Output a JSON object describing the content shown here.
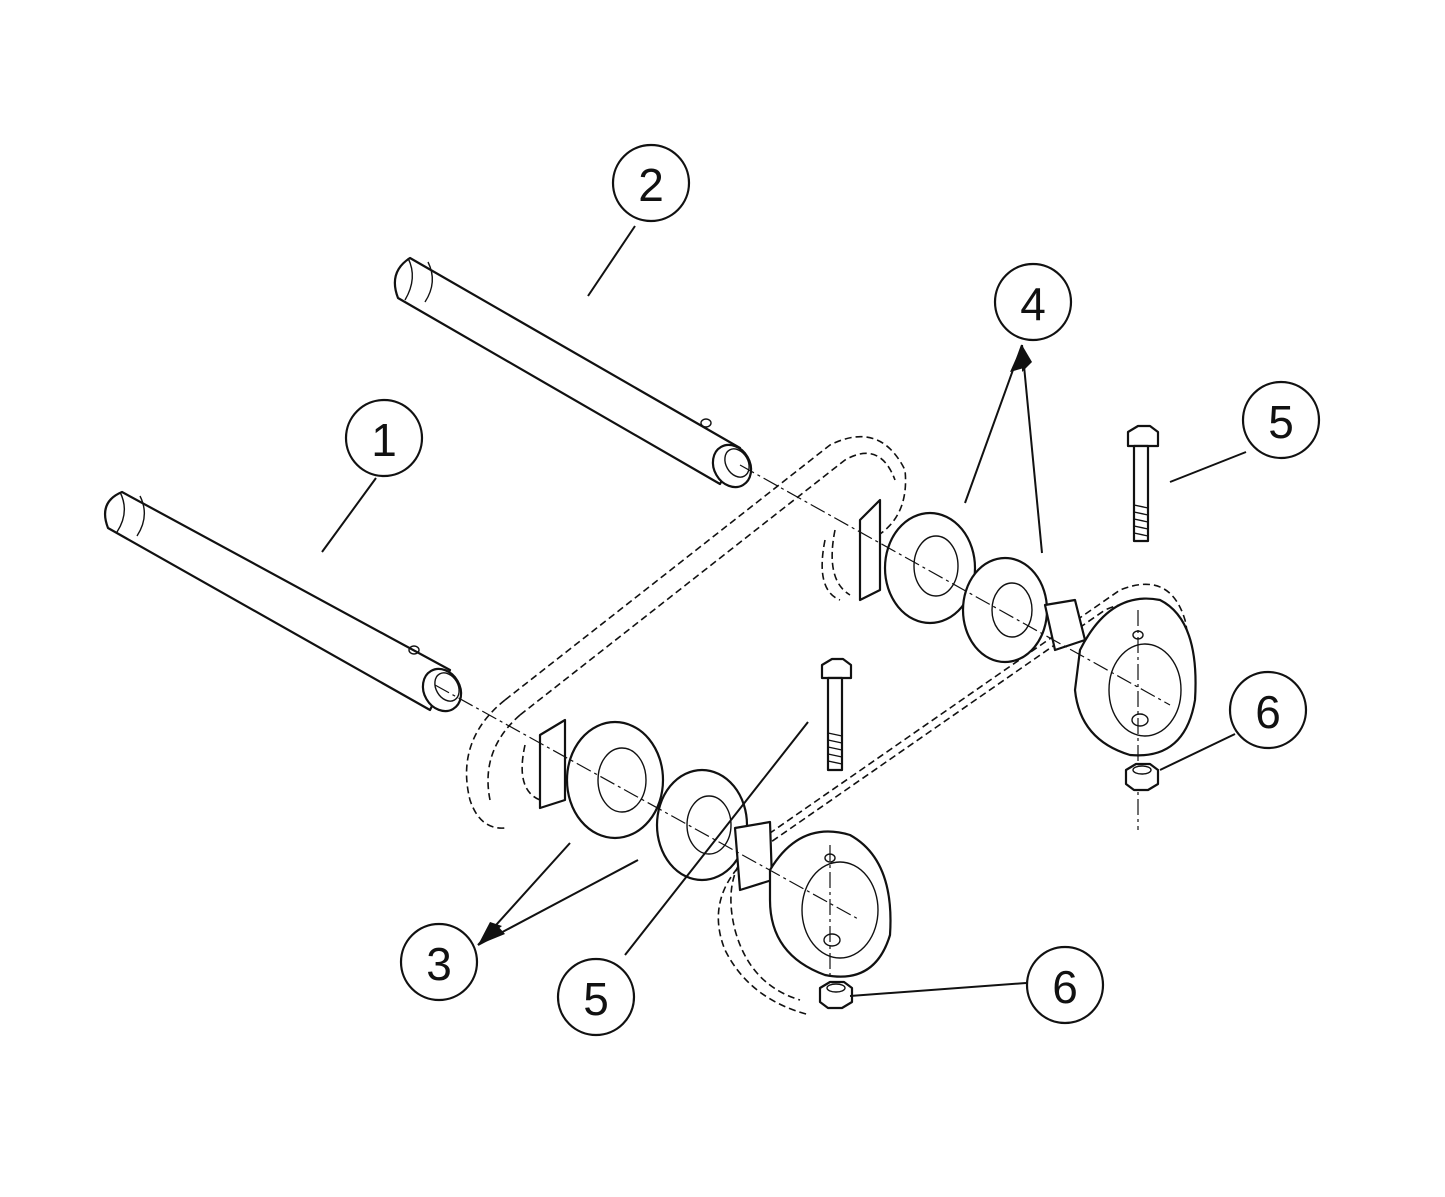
{
  "callouts": [
    {
      "id": "callout-1",
      "label": "1"
    },
    {
      "id": "callout-2",
      "label": "2"
    },
    {
      "id": "callout-3",
      "label": "3"
    },
    {
      "id": "callout-4",
      "label": "4"
    },
    {
      "id": "callout-5-upper",
      "label": "5"
    },
    {
      "id": "callout-5-lower",
      "label": "5"
    },
    {
      "id": "callout-6-upper",
      "label": "6"
    },
    {
      "id": "callout-6-lower",
      "label": "6"
    }
  ]
}
